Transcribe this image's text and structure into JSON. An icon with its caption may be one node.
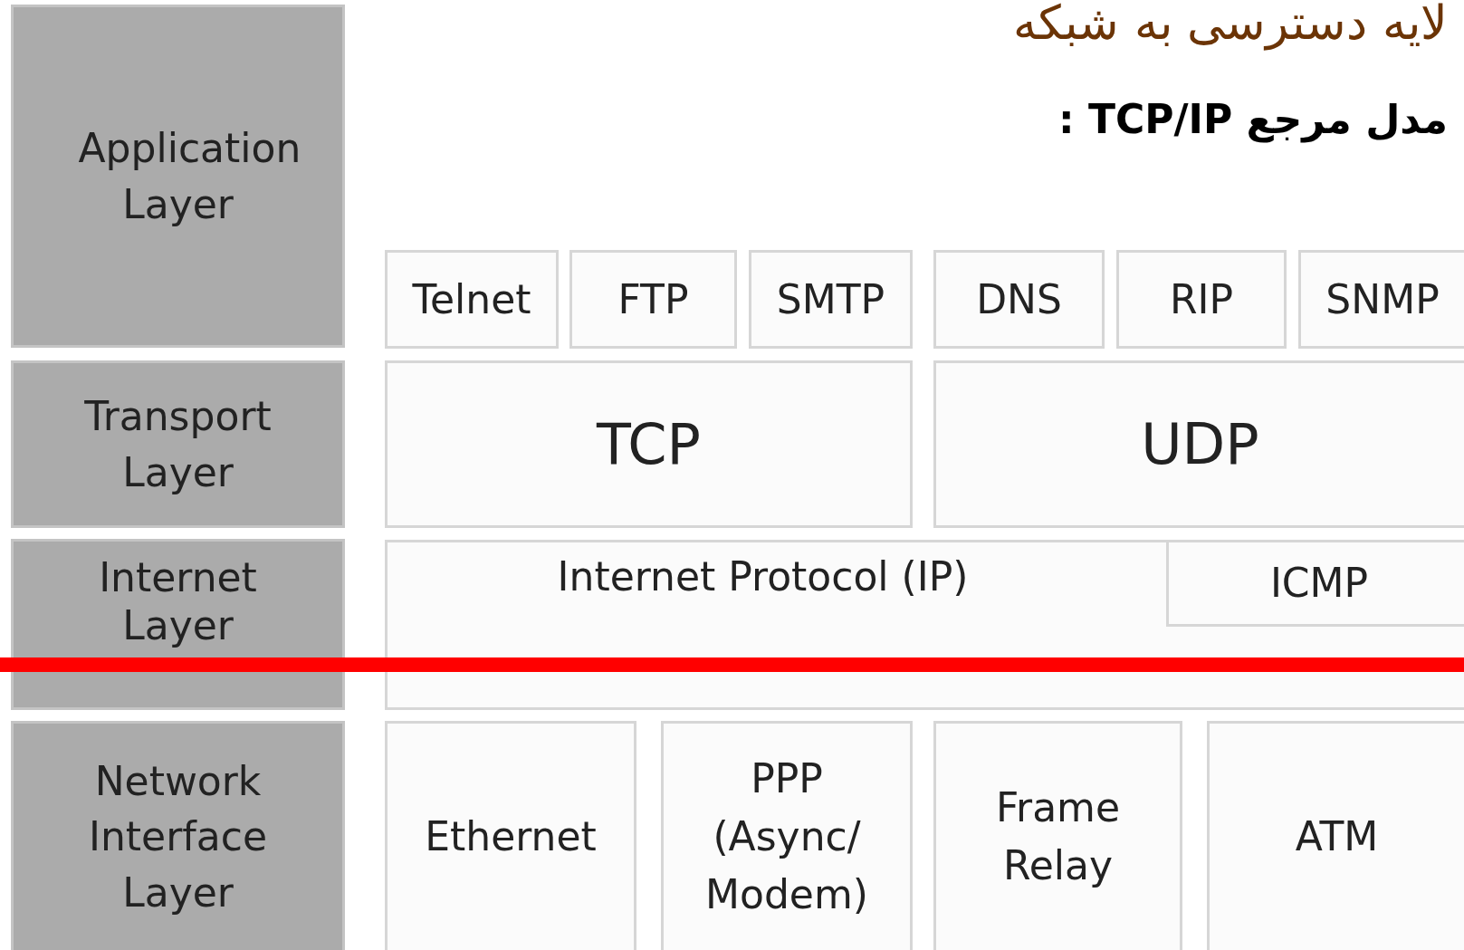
{
  "diagram": {
    "title": "لایه دسترسی به شبکه",
    "nodes": [
      {
        "text": [
          "Application Layer"
        ]
      },
      {
        "text": [
          "Telnet"
        ]
      },
      {
        "text": [
          "FTP"
        ]
      },
      {
        "text": [
          "SMTP"
        ]
      },
      {
        "text": [
          "DNS"
        ]
      },
      {
        "text": [
          "RIP"
        ]
      },
      {
        "text": [
          "SNMP"
        ]
      },
      {
        "text": [
          "Transport Layer"
        ]
      },
      {
        "text": [
          "TCP"
        ]
      },
      {
        "text": [
          "UDP"
        ]
      },
      {
        "text": [
          "Internet Layer"
        ]
      },
      {
        "text": [
          "Internet Protocol (IP)"
        ]
      },
      {
        "text": [
          "ICMP"
        ],
        "in": 11
      },
      {
        "text": [
          "Network Interface Layer"
        ]
      },
      {
        "text": [
          "Ethernet"
        ]
      },
      {
        "text": [
          "PPP (Async/ Modem)"
        ]
      },
      {
        "text": [
          "Frame Relay"
        ]
      },
      {
        "text": [
          "ATM"
        ]
      },
      {
        "text": [],
        "shape": "bar"
      }
    ],
    "labels": [
      "مدل مرجع TCP/IP :"
    ]
  }
}
